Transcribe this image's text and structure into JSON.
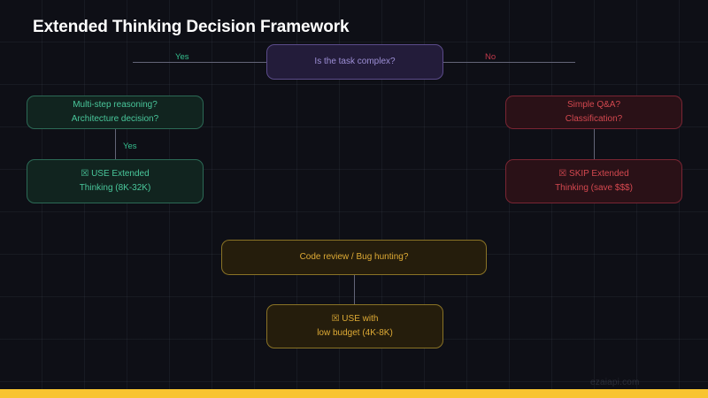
{
  "title": "Extended Thinking Decision Framework",
  "watermark": "ezaiapi.com",
  "colors": {
    "background": "#0e0f16",
    "grid": "#78879a",
    "title": "#ffffff",
    "connector": "#636578",
    "yes": "#35c08f",
    "no": "#c0394b",
    "purple_fill": "#231c3a",
    "purple_border": "#5b4b8a",
    "purple_text": "#9d8fd6",
    "teal_fill": "#11241f",
    "teal_border": "#2c6a56",
    "teal_text": "#49c79b",
    "red_fill": "#2a1117",
    "red_border": "#7a2533",
    "red_text": "#d4484f",
    "amber_fill": "#251d0c",
    "amber_border": "#8a7326",
    "amber_text": "#dfab35",
    "accent_bar": "#f8c430"
  },
  "edges": {
    "yes_left": "Yes",
    "no_right": "No",
    "yes_branch": "Yes"
  },
  "nodes": {
    "root_question": {
      "line1": "Is the task complex?"
    },
    "left_question": {
      "line1": "Multi-step reasoning?",
      "line2": "Architecture decision?"
    },
    "left_outcome": {
      "line1": "☒ USE Extended",
      "line2": "Thinking (8K-32K)"
    },
    "right_question": {
      "line1": "Simple Q&A?",
      "line2": "Classification?"
    },
    "right_outcome": {
      "line1": "☒ SKIP Extended",
      "line2": "Thinking (save $$$)"
    },
    "bottom_question": {
      "line1": "Code review / Bug hunting?"
    },
    "bottom_outcome": {
      "line1": "☒ USE with",
      "line2": "low budget (4K-8K)"
    }
  }
}
